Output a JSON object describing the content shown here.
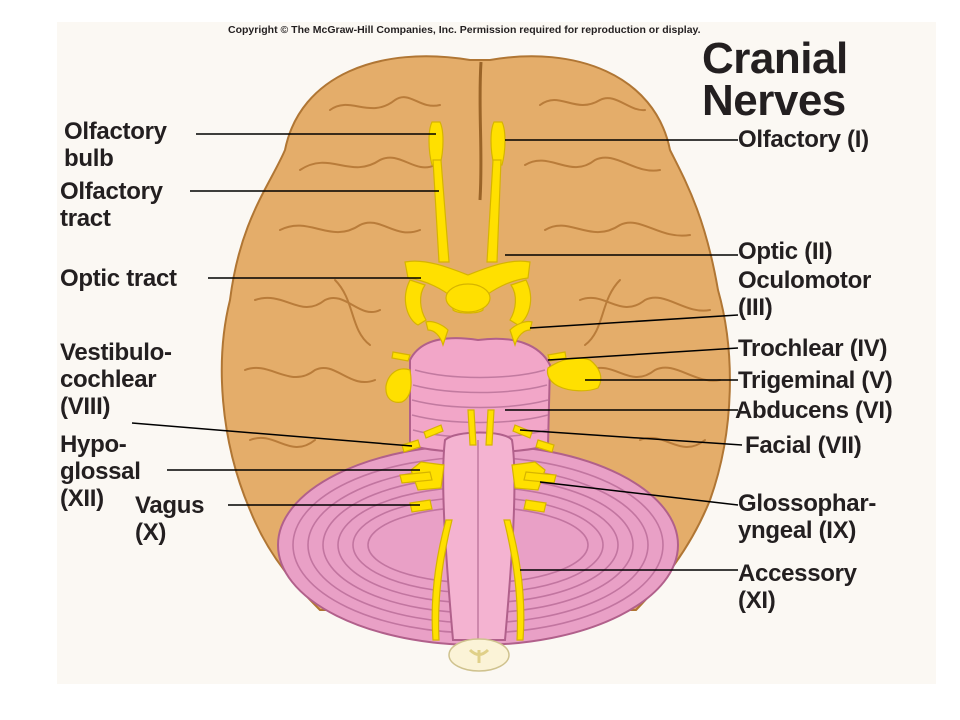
{
  "copyright": "Copyright © The McGraw-Hill Companies, Inc. Permission required for reproduction or display.",
  "title": {
    "line1": "Cranial",
    "line2": "Nerves"
  },
  "labels_left": {
    "olfactory_bulb": {
      "line1": "Olfactory",
      "line2": "bulb"
    },
    "olfactory_tract": {
      "line1": "Olfactory",
      "line2": "tract"
    },
    "optic_tract": "Optic tract",
    "vestibulocochlear": {
      "line1": "Vestibulo-",
      "line2": "cochlear",
      "line3": "(VIII)"
    },
    "hypoglossal": {
      "line1": "Hypo-",
      "line2": "glossal",
      "line3": "(XII)"
    },
    "vagus": {
      "line1": "Vagus",
      "line2": "(X)"
    }
  },
  "labels_right": {
    "olfactory": "Olfactory (I)",
    "optic": "Optic (II)",
    "oculomotor": {
      "line1": "Oculomotor",
      "line2": "(III)"
    },
    "trochlear": "Trochlear (IV)",
    "trigeminal": "Trigeminal (V)",
    "abducens": "Abducens (VI)",
    "facial": "Facial (VII)",
    "glossopharyngeal": {
      "line1": "Glossophar-",
      "line2": "yngeal (IX)"
    },
    "accessory": {
      "line1": "Accessory",
      "line2": "(XI)"
    }
  },
  "colors": {
    "brain": "#e4ad6a",
    "brain_outline": "#b07634",
    "nerve": "#ffe000",
    "brainstem": "#f2a6c8",
    "cerebellum": "#e9a0c6",
    "leader_line": "#000000"
  }
}
